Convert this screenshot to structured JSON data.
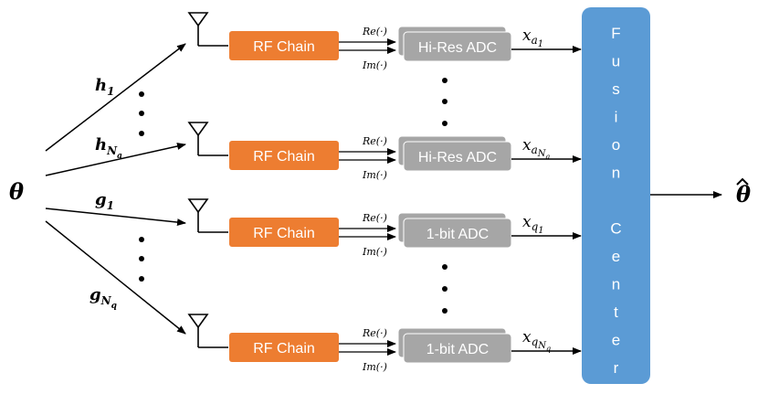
{
  "input": {
    "symbol": "θ"
  },
  "output": {
    "symbol": "θ̂"
  },
  "channels": {
    "h1": {
      "base": "h",
      "sub": "1"
    },
    "hNa": {
      "base": "h",
      "sub": "N",
      "subsub": "a"
    },
    "g1": {
      "base": "g",
      "sub": "1"
    },
    "gNq": {
      "base": "g",
      "sub": "N",
      "subsub": "q"
    }
  },
  "rf_label": "RF Chain",
  "re_label": "Re(·)",
  "im_label": "Im(·)",
  "adc_hires": "Hi-Res ADC",
  "adc_1bit": "1-bit ADC",
  "outputs": {
    "xa1": {
      "base": "x",
      "sub": "a",
      "subsub": "1"
    },
    "xaNa": {
      "base": "x",
      "sub": "a",
      "subsub": "N",
      "subsubsub": "a"
    },
    "xq1": {
      "base": "x",
      "sub": "q",
      "subsub": "1"
    },
    "xqNq": {
      "base": "x",
      "sub": "q",
      "subsub": "N",
      "subsubsub": "q"
    }
  },
  "fusion_letters": [
    "F",
    "u",
    "s",
    "i",
    "o",
    "n",
    "",
    "C",
    "e",
    "n",
    "t",
    "e",
    "r"
  ],
  "colors": {
    "rf": "#ed7d31",
    "adc": "#a6a6a6",
    "fusion": "#5b9bd5",
    "stroke": "#000000"
  }
}
